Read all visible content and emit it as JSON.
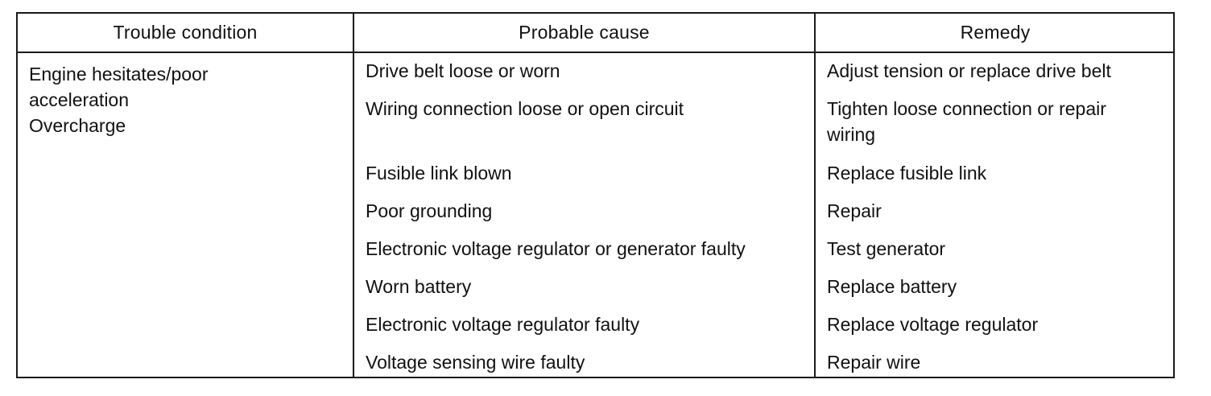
{
  "table": {
    "headers": {
      "condition": "Trouble condition",
      "cause": "Probable cause",
      "remedy": "Remedy"
    },
    "condition_lines": [
      "Engine hesitates/poor",
      "acceleration",
      "Overcharge"
    ],
    "rows": [
      {
        "cause": "Drive belt loose or worn",
        "remedy": "Adjust tension or replace drive belt"
      },
      {
        "cause": "Wiring connection loose or open circuit",
        "remedy": "Tighten loose connection or repair wiring"
      },
      {
        "cause": "Fusible link blown",
        "remedy": "Replace fusible link"
      },
      {
        "cause": "Poor grounding",
        "remedy": "Repair"
      },
      {
        "cause": "Electronic voltage regulator or generator faulty",
        "remedy": "Test generator"
      },
      {
        "cause": "Worn battery",
        "remedy": "Replace battery"
      },
      {
        "cause": "Electronic voltage regulator faulty",
        "remedy": "Replace voltage regulator"
      },
      {
        "cause": "Voltage sensing wire faulty",
        "remedy": "Repair wire"
      }
    ]
  }
}
